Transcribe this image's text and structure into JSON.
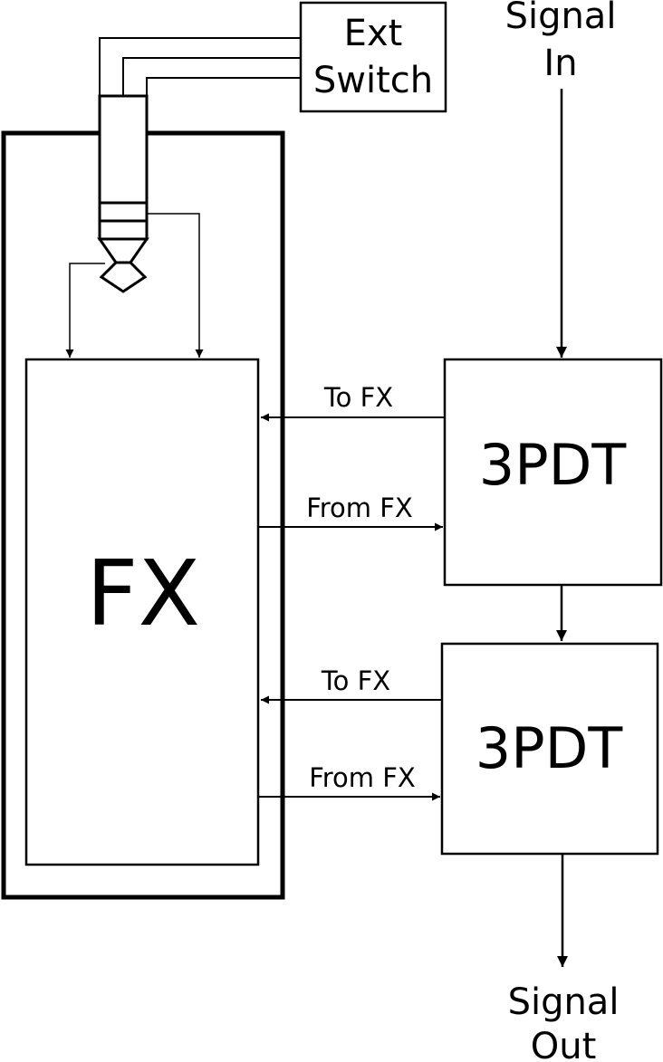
{
  "ext_switch": {
    "line1": "Ext",
    "line2": "Switch"
  },
  "signal_in": {
    "line1": "Signal",
    "line2": "In"
  },
  "signal_out": {
    "line1": "Signal",
    "line2": "Out"
  },
  "fx_block": {
    "label": "FX"
  },
  "switch_top": {
    "label": "3PDT",
    "to_fx": "To FX",
    "from_fx": "From FX"
  },
  "switch_bottom": {
    "label": "3PDT",
    "to_fx": "To FX",
    "from_fx": "From FX"
  },
  "jack": {
    "icon": "trs-jack-icon"
  },
  "colors": {
    "line": "#000000",
    "background": "#ffffff"
  }
}
